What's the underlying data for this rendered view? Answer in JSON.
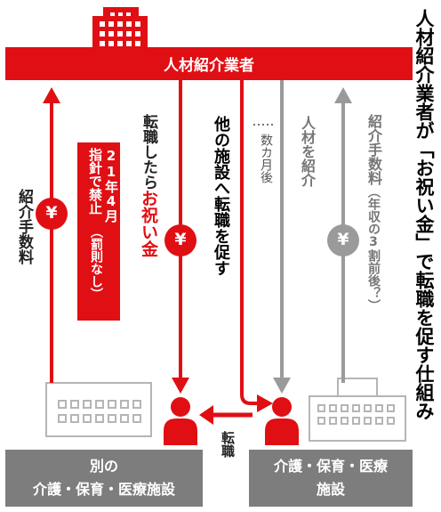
{
  "title": "人材紹介業者が「お祝い金」で転職を促す仕組み",
  "agency": {
    "label": "人材紹介業者",
    "icon": "office-building-icon"
  },
  "left_facility": {
    "line1": "別の",
    "line2": "介護・保育・医療施設"
  },
  "right_facility": {
    "line1": "介護・保育・医療",
    "line2": "施設"
  },
  "labels": {
    "fee_left": "紹介手数料",
    "move_bonus": "転職したら",
    "move_bonus_red": "お祝い金",
    "ban_col1": "21年4月",
    "ban_col2": "指針で禁止",
    "ban_col3": "（罰則なし）",
    "promote": "他の施設へ転職を促す",
    "months": "数カ月後",
    "introduce": "人材を紹介",
    "fee_right_main": "紹介手数料",
    "fee_right_note": "（年収の3割前後？）",
    "job_change": "転職"
  },
  "yen_symbol": "¥",
  "colors": {
    "red": "#e00f14",
    "gray": "#888888",
    "box_gray": "#7d7d7d"
  }
}
